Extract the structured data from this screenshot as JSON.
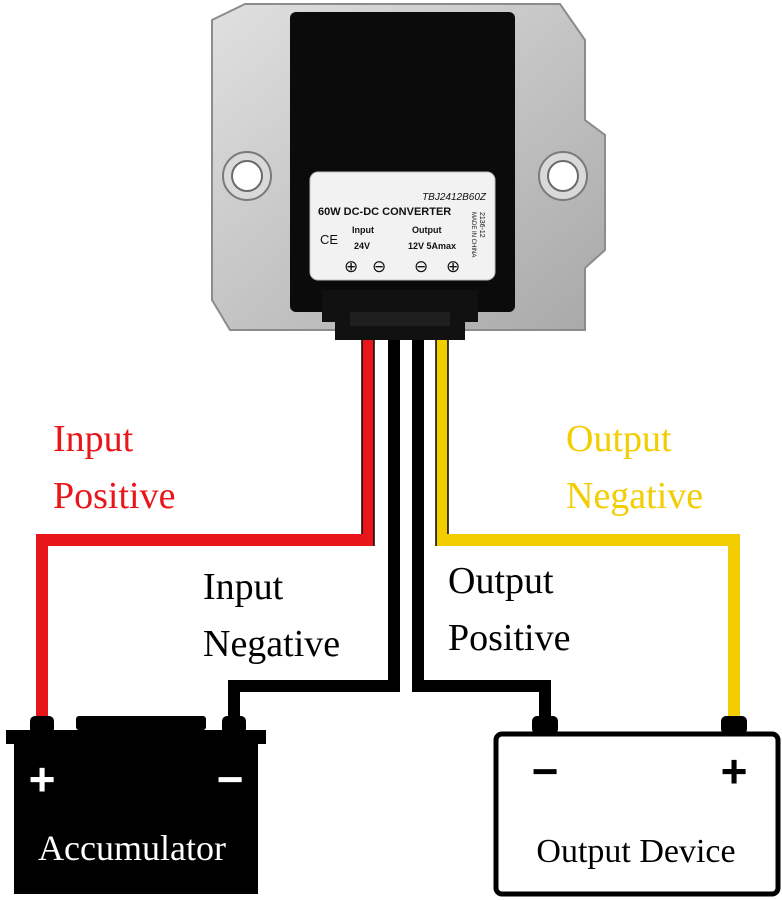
{
  "converter": {
    "model": "TBJ2412B60Z",
    "title": "60W DC-DC CONVERTER",
    "ce_mark": "CE",
    "input_label": "Input",
    "input_value": "24V",
    "output_label": "Output",
    "output_value": "12V 5Amax",
    "side_code": "2136-12",
    "side_origin": "MADE IN CHINA",
    "plus_symbol": "⊕",
    "minus_symbol": "⊖"
  },
  "wires": {
    "input_positive": {
      "line1": "Input",
      "line2": "Positive",
      "color": "#e8161b"
    },
    "input_negative": {
      "line1": "Input",
      "line2": "Negative",
      "color": "#000000"
    },
    "output_positive": {
      "line1": "Output",
      "line2": "Positive",
      "color": "#000000"
    },
    "output_negative": {
      "line1": "Output",
      "line2": "Negative",
      "color": "#f2cd00"
    }
  },
  "accumulator": {
    "label": "Accumulator",
    "plus": "+",
    "minus": "−",
    "fill": "#000000"
  },
  "output_device": {
    "label": "Output Device",
    "plus": "+",
    "minus": "−"
  },
  "colors": {
    "housing": "#c8c8c8",
    "housing_dark": "#9a9a9a",
    "cover": "#0b0b0b",
    "label_bg": "#f2f2f2"
  }
}
